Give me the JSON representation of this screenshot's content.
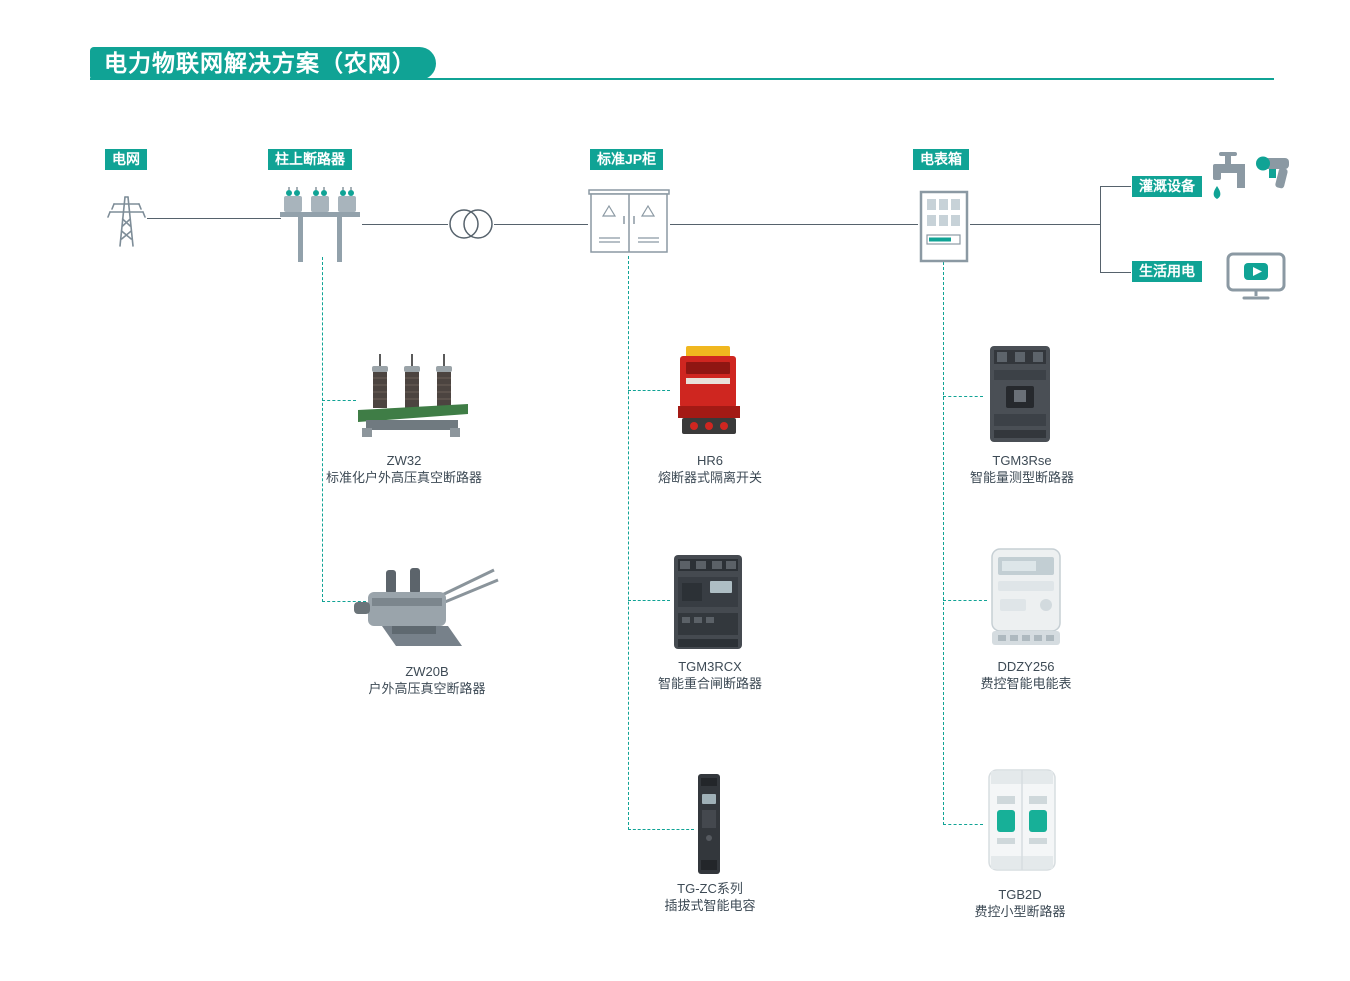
{
  "title": "电力物联网解决方案（农网）",
  "nodes": {
    "grid": "电网",
    "pole_breaker": "柱上断路器",
    "jp_cabinet": "标准JP柜",
    "meter_box": "电表箱",
    "irrigation": "灌溉设备",
    "domestic": "生活用电"
  },
  "products": [
    {
      "model": "ZW32",
      "name": "标准化户外高压真空断路器"
    },
    {
      "model": "ZW20B",
      "name": "户外高压真空断路器"
    },
    {
      "model": "HR6",
      "name": "熔断器式隔离开关"
    },
    {
      "model": "TGM3RCX",
      "name": "智能重合闸断路器"
    },
    {
      "model": "TG-ZC系列",
      "name": "插拔式智能电容"
    },
    {
      "model": "TGM3Rse",
      "name": "智能量测型断路器"
    },
    {
      "model": "DDZY256",
      "name": "费控智能电能表"
    },
    {
      "model": "TGB2D",
      "name": "费控小型断路器"
    }
  ],
  "colors": {
    "accent": "#10a395",
    "connector": "#56626c",
    "icon_gray": "#8b99a3",
    "text": "#3d4a55"
  }
}
